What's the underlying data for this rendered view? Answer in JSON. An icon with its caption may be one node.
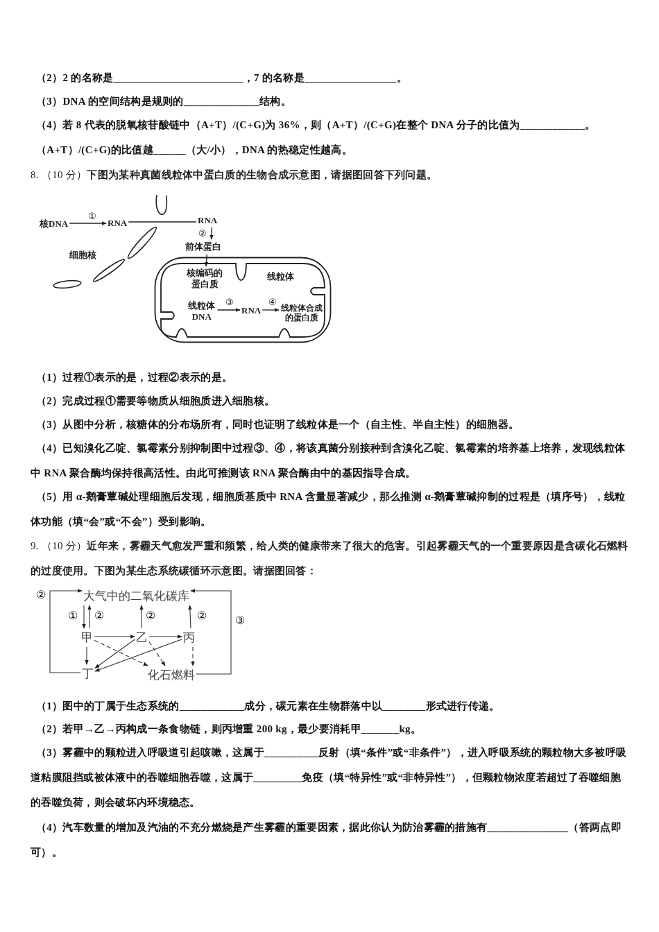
{
  "diagram": {
    "nodes": [
      {
        "text": [
          "核DNA"
        ]
      },
      {
        "text": [
          "RNA"
        ]
      },
      {
        "text": [
          "RNA"
        ]
      },
      {
        "text": [
          "前体蛋白"
        ]
      },
      {
        "text": [
          "线粒体"
        ]
      },
      {
        "text": [
          "核编码的蛋白质"
        ],
        "in": 4
      },
      {
        "text": [
          "线粒体DNA"
        ],
        "in": 4
      },
      {
        "text": [
          "RNA"
        ],
        "in": 4
      },
      {
        "text": [
          "线粒体合成的蛋白质"
        ],
        "in": 4
      },
      {
        "text": [
          "大气中的二氧化碳库"
        ]
      },
      {
        "text": [
          "甲"
        ]
      },
      {
        "text": [
          "乙"
        ]
      },
      {
        "text": [
          "丙"
        ]
      },
      {
        "text": [
          "丁"
        ]
      },
      {
        "text": [
          "化石燃料"
        ]
      }
    ],
    "edges": [
      {
        "from": 0,
        "to": 1,
        "arrow": "to",
        "label": "①"
      },
      {
        "from": 1,
        "to": 2,
        "arrow": "none"
      },
      {
        "from": 2,
        "to": 3,
        "arrow": "to",
        "label": "②"
      },
      {
        "from": 3,
        "to": 5,
        "arrow": "to"
      },
      {
        "from": 6,
        "to": 7,
        "arrow": "to",
        "label": "③"
      },
      {
        "from": 7,
        "to": 8,
        "arrow": "to",
        "label": "④"
      },
      {
        "from": 9,
        "to": 10,
        "arrow": "to",
        "label": "①"
      },
      {
        "from": 10,
        "to": 9,
        "arrow": "to",
        "label": "②"
      },
      {
        "from": 11,
        "to": 9,
        "arrow": "to",
        "label": "②"
      },
      {
        "from": 12,
        "to": 9,
        "arrow": "to",
        "label": "②"
      },
      {
        "from": 10,
        "to": 11,
        "arrow": "to"
      },
      {
        "from": 11,
        "to": 12,
        "arrow": "to"
      },
      {
        "from": 10,
        "to": 13,
        "arrow": "to"
      },
      {
        "from": 10,
        "to": 14,
        "arrow": "to",
        "style": "dashed"
      },
      {
        "from": 11,
        "to": 13,
        "arrow": "to"
      },
      {
        "from": 11,
        "to": 14,
        "arrow": "to",
        "style": "dashed"
      },
      {
        "from": 12,
        "to": 13,
        "arrow": "to"
      },
      {
        "from": 12,
        "to": 14,
        "arrow": "to",
        "style": "dashed"
      },
      {
        "from": 13,
        "to": 9,
        "arrow": "to",
        "label": "②"
      },
      {
        "from": 14,
        "to": 9,
        "arrow": "to",
        "label": "③"
      }
    ],
    "labels": [
      "（2）2 的名称是________________________，7 的名称是_________________。",
      "（3）DNA 的空间结构是规则的______________结构。",
      "（4）若 8 代表的脱氧核苷酸链中（A+T）/(C+G)为 36%，则（A+T）/(C+G)在整个 DNA 分子的比值为____________。",
      "（A+T）/(C+G)的比值越______（大/小），DNA 的热稳定性越高。",
      "8. （10 分）**下图为某种真菌线粒体中蛋白质的生物合成示意图，请据图回答下列问题。**",
      "细胞核",
      "（1）过程①表示的是，过程②表示的是。",
      "（2）完成过程①需要等物质从细胞质进入细胞核。",
      "（3）从图中分析，核糖体的分布场所有，同时也证明了线粒体是一个（自主性、半自主性）的细胞器。",
      "（4）已知溴化乙啶、氯霉素分别抑制图中过程③、④，将该真菌分别接种到含溴化乙啶、氯霉素的培养基上培养，发现线粒体中 RNA 聚合酶均保持很高活性。由此可推测该 RNA 聚合酶由中的基因指导合成。",
      "（5）用 α-鹅膏蕈碱处理细胞后发现，细胞质基质中 RNA 含量显著减少，那么推测 α-鹅膏蕈碱抑制的过程是（填序号），线粒体功能（填“会”或“不会”）受到影响。",
      "9. （10 分）**近年来，雾霾天气愈发严重和频繁，给人类的健康带来了很大的危害。引起雾霾天气的一个重要原因是含碳化石燃料的过度使用。下图为某生态系统碳循环示意图。请据图回答：**",
      "（1）图中的丁属于生态系统的____________成分，碳元素在生物群落中以________形式进行传递。",
      "（2）若甲→乙→丙构成一条食物链，则丙增重 200 kg，最少要消耗甲_______kg。",
      "（3）雾霾中的颗粒进入呼吸道引起咳嗽，这属于__________反射（填“条件”或“非条件”），进入呼吸系统的颗粒物大多被呼吸道粘膜阻挡或被体液中的吞噬细胞吞噬，这属于_________免疫（填“特异性”或“非特异性”），但颗粒物浓度若超过了吞噬细胞的吞噬负荷，则会破坏内环境稳态。",
      "（4）汽车数量的增加及汽油的不充分燃烧是产生雾霾的重要因素，据此你认为防治雾霾的措施有_______________（答两点即可）。"
    ]
  }
}
